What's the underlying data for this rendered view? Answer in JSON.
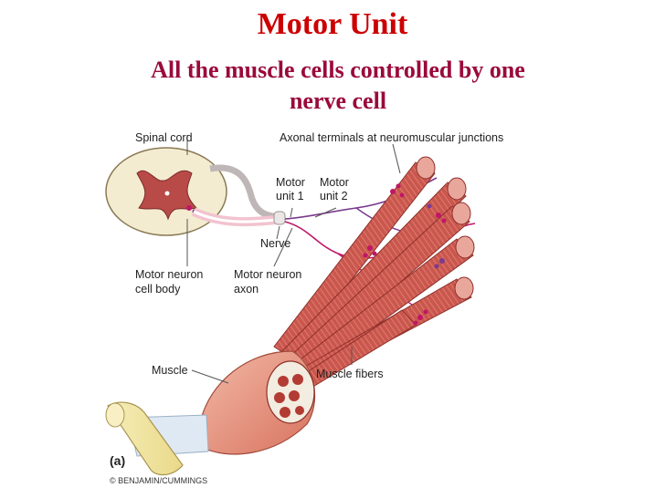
{
  "title": "Motor Unit",
  "subtitle_line1": "All the muscle cells controlled by one",
  "subtitle_line2": "nerve cell",
  "labels": {
    "spinal_cord": "Spinal cord",
    "axonal_terminals": "Axonal terminals at neuromuscular junctions",
    "motor_unit_1_a": "Motor",
    "motor_unit_1_b": "unit 1",
    "motor_unit_2_a": "Motor",
    "motor_unit_2_b": "unit 2",
    "nerve": "Nerve",
    "cell_body_a": "Motor neuron",
    "cell_body_b": "cell body",
    "axon_a": "Motor neuron",
    "axon_b": "axon",
    "muscle": "Muscle",
    "muscle_fibers": "Muscle fibers",
    "part": "(a)",
    "copyright": "© BENJAMIN/CUMMINGS"
  },
  "colors": {
    "title": "#cc0000",
    "subtitle": "#9a0a3a",
    "muscle_fiber": "#c8574e",
    "nerve_purple": "#7a3a8e",
    "spinal_gray": "#b34040",
    "tendon": "#f3e7a8"
  }
}
